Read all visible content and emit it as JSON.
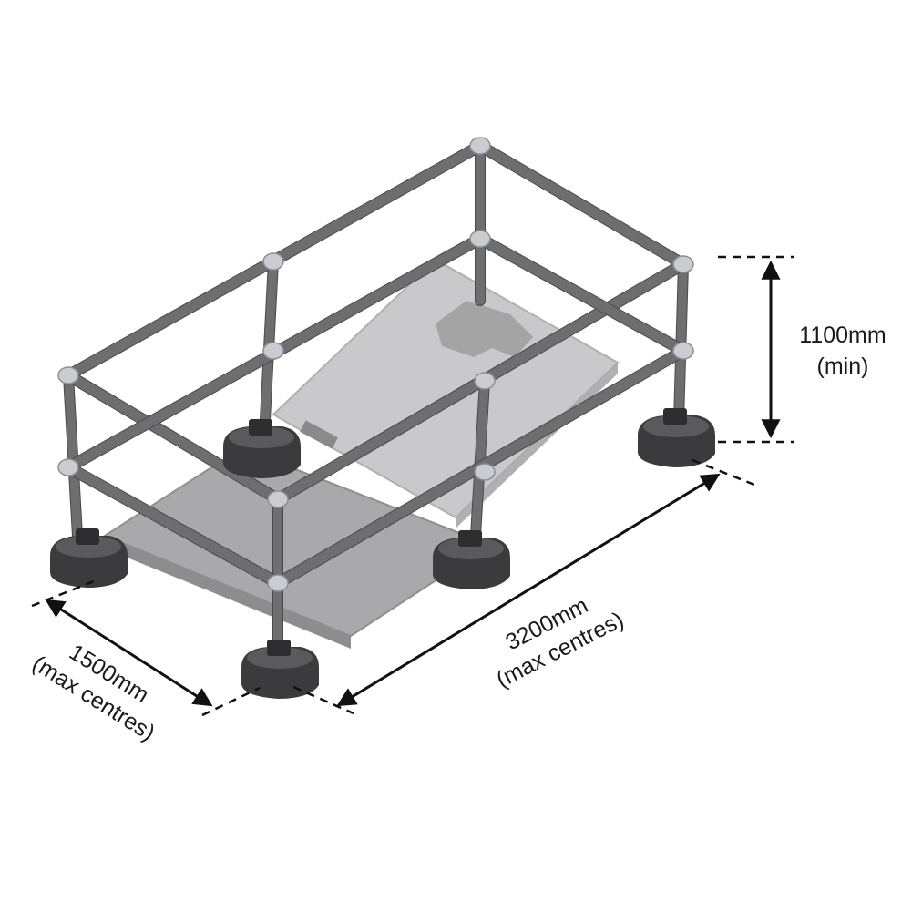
{
  "dimensions": {
    "height": {
      "value": "1100mm",
      "note": "(min)"
    },
    "length": {
      "value": "3200mm",
      "note": "(max centres)"
    },
    "width": {
      "value": "1500mm",
      "note": "(max centres)"
    }
  },
  "colors": {
    "rail": "#6e6e70",
    "rail_dark": "#4a4a4c",
    "clamp": "#c9ccd0",
    "base": "#3b3b3d",
    "base_top": "#5a5a5c",
    "hatch_lid": "#b9b9bb",
    "hatch_lid_light": "#cfcfd1",
    "hatch_frame": "#9c9c9e",
    "dimension_line": "#111111"
  }
}
